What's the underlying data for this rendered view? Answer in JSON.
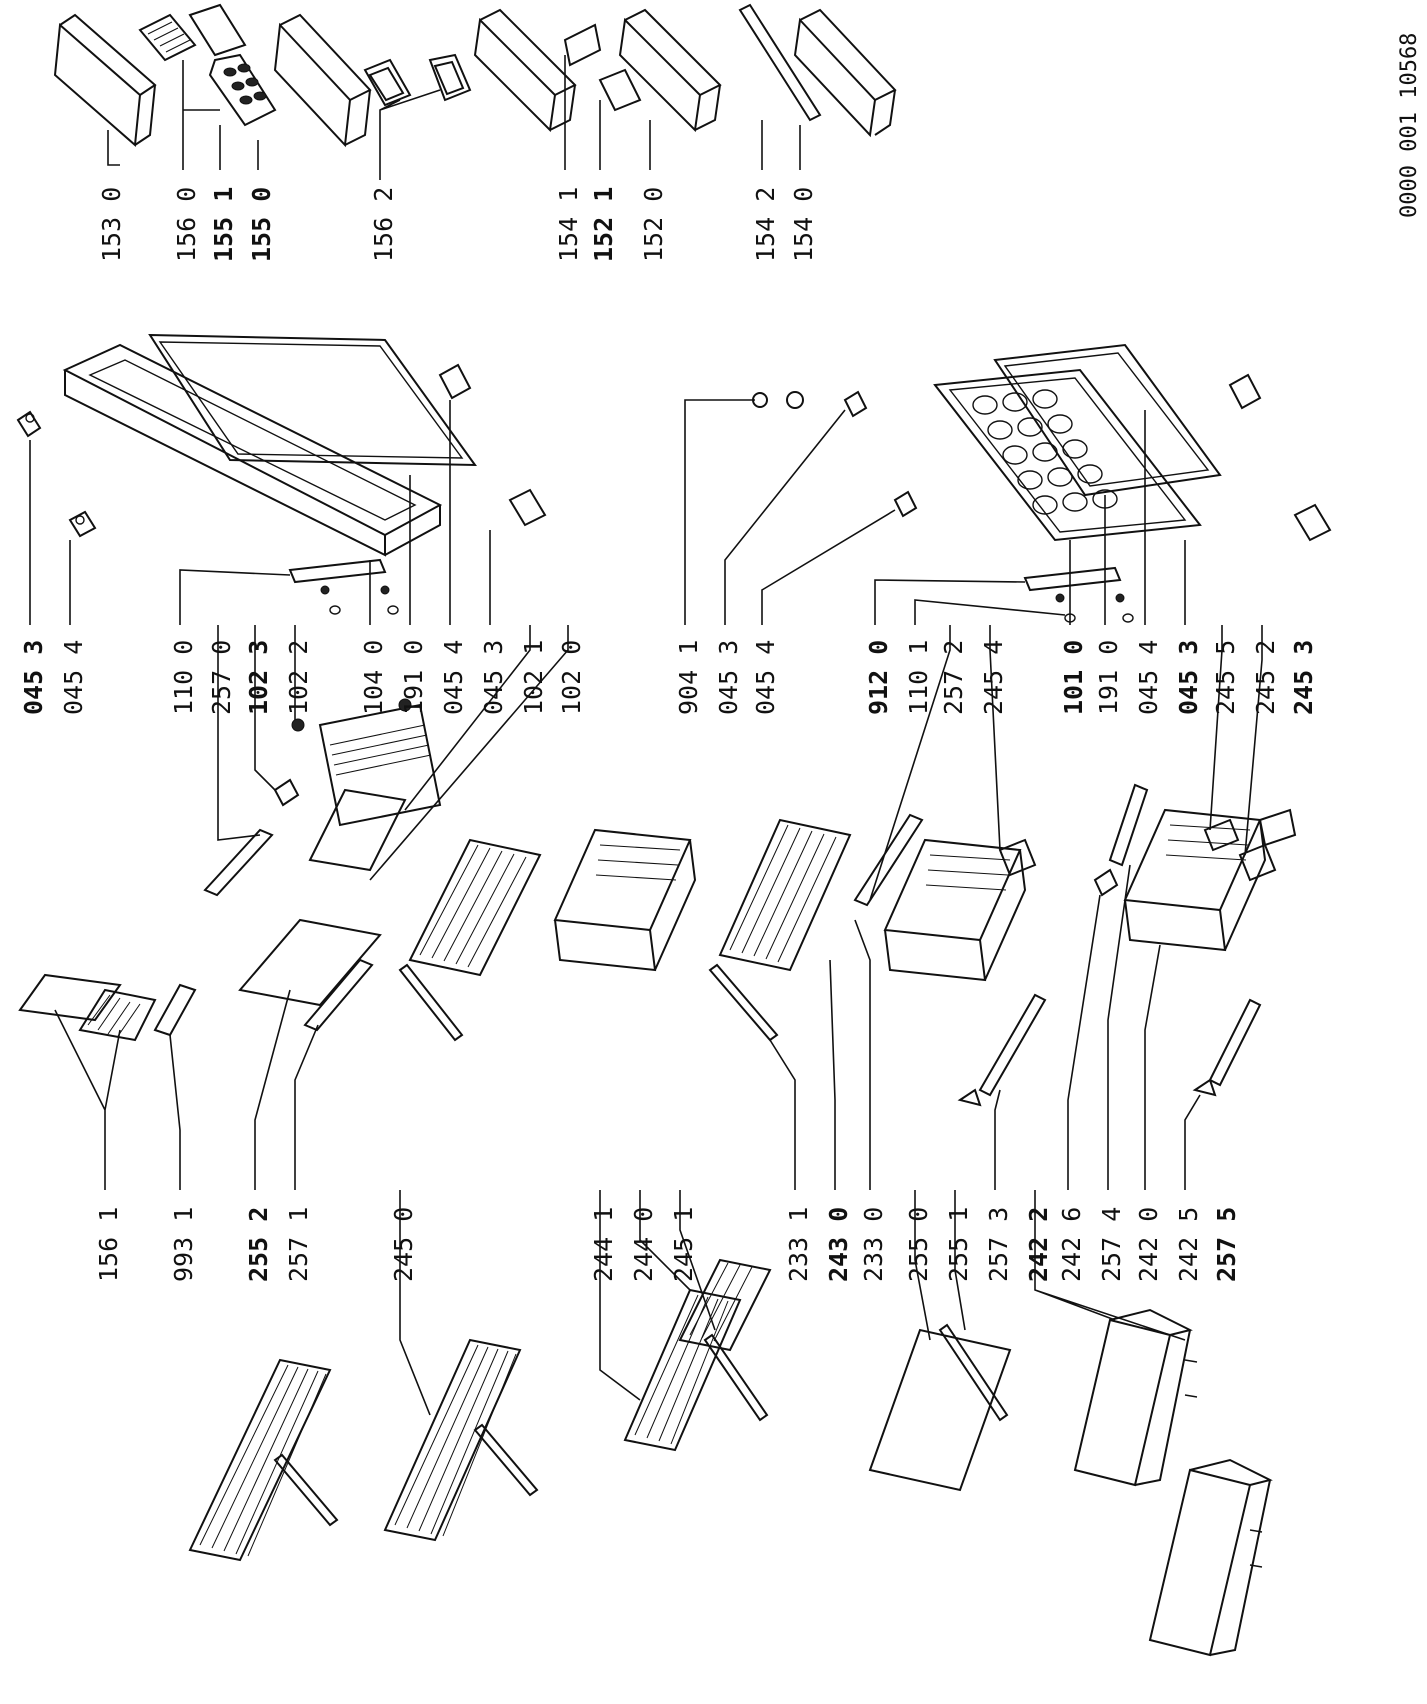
{
  "document_id": "0000 001 10568",
  "callouts": [
    {
      "code": "153 0",
      "bold": false
    },
    {
      "code": "156 0",
      "bold": false
    },
    {
      "code": "155 1",
      "bold": true
    },
    {
      "code": "155 0",
      "bold": true
    },
    {
      "code": "156 2",
      "bold": false
    },
    {
      "code": "154 1",
      "bold": false
    },
    {
      "code": "152 1",
      "bold": true
    },
    {
      "code": "152 0",
      "bold": false
    },
    {
      "code": "154 2",
      "bold": false
    },
    {
      "code": "154 0",
      "bold": false
    },
    {
      "code": "045 3",
      "bold": true
    },
    {
      "code": "045 4",
      "bold": false
    },
    {
      "code": "110 0",
      "bold": false
    },
    {
      "code": "257 0",
      "bold": false
    },
    {
      "code": "102 3",
      "bold": true
    },
    {
      "code": "102 2",
      "bold": false
    },
    {
      "code": "104 0",
      "bold": false
    },
    {
      "code": "191 0",
      "bold": false
    },
    {
      "code": "045 4",
      "bold": false
    },
    {
      "code": "045 3",
      "bold": false
    },
    {
      "code": "102 1",
      "bold": false
    },
    {
      "code": "102 0",
      "bold": false
    },
    {
      "code": "904 1",
      "bold": false
    },
    {
      "code": "045 3",
      "bold": false
    },
    {
      "code": "045 4",
      "bold": false
    },
    {
      "code": "912 0",
      "bold": true
    },
    {
      "code": "110 1",
      "bold": false
    },
    {
      "code": "257 2",
      "bold": false
    },
    {
      "code": "245 4",
      "bold": false
    },
    {
      "code": "101 0",
      "bold": true
    },
    {
      "code": "191 0",
      "bold": false
    },
    {
      "code": "045 4",
      "bold": false
    },
    {
      "code": "045 3",
      "bold": true
    },
    {
      "code": "245 5",
      "bold": false
    },
    {
      "code": "245 2",
      "bold": false
    },
    {
      "code": "245 3",
      "bold": true
    },
    {
      "code": "156 1",
      "bold": false
    },
    {
      "code": "993 1",
      "bold": false
    },
    {
      "code": "255 2",
      "bold": true
    },
    {
      "code": "257 1",
      "bold": false
    },
    {
      "code": "245 0",
      "bold": false
    },
    {
      "code": "244 1",
      "bold": false
    },
    {
      "code": "244 0",
      "bold": false
    },
    {
      "code": "245 1",
      "bold": false
    },
    {
      "code": "233 1",
      "bold": false
    },
    {
      "code": "243 0",
      "bold": true
    },
    {
      "code": "233 0",
      "bold": false
    },
    {
      "code": "255 0",
      "bold": false
    },
    {
      "code": "255 1",
      "bold": false
    },
    {
      "code": "257 3",
      "bold": false
    },
    {
      "code": "242 2",
      "bold": true
    },
    {
      "code": "242 6",
      "bold": false
    },
    {
      "code": "257 4",
      "bold": false
    },
    {
      "code": "242 0",
      "bold": false
    },
    {
      "code": "242 5",
      "bold": false
    },
    {
      "code": "257 5",
      "bold": true
    }
  ]
}
